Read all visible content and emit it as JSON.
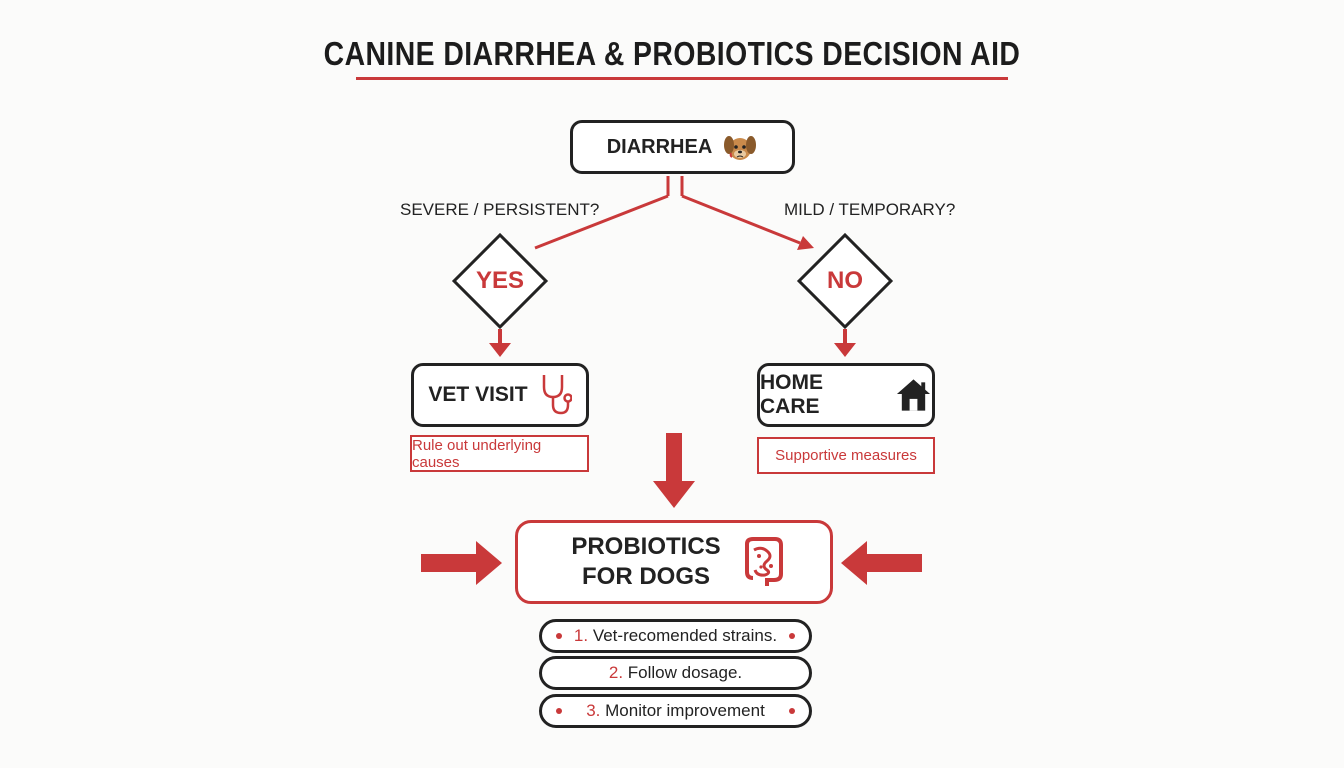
{
  "title": "CANINE DIARRHEA & PROBIOTICS DECISION AID",
  "start": {
    "label": "DIARRHEA",
    "icon": "sick-dog-icon"
  },
  "branches": {
    "left": {
      "question": "SEVERE / PERSISTENT?",
      "answer": "YES"
    },
    "right": {
      "question": "MILD / TEMPORARY?",
      "answer": "NO"
    }
  },
  "outcomes": {
    "vet": {
      "label": "VET VISIT",
      "icon": "stethoscope-icon",
      "note": "Rule out underlying causes"
    },
    "home": {
      "label": "HOME CARE",
      "icon": "house-icon",
      "note": "Supportive measures"
    }
  },
  "probiotics": {
    "label": "PROBIOTICS FOR DOGS",
    "icon": "intestine-icon"
  },
  "steps": [
    {
      "number": "1.",
      "text": "Vet-recomended strains."
    },
    {
      "number": "2.",
      "text": "Follow dosage."
    },
    {
      "number": "3.",
      "text": "Monitor improvement"
    }
  ],
  "colors": {
    "accent": "#c9393a",
    "outline": "#222222",
    "background": "#fbfbfa"
  }
}
